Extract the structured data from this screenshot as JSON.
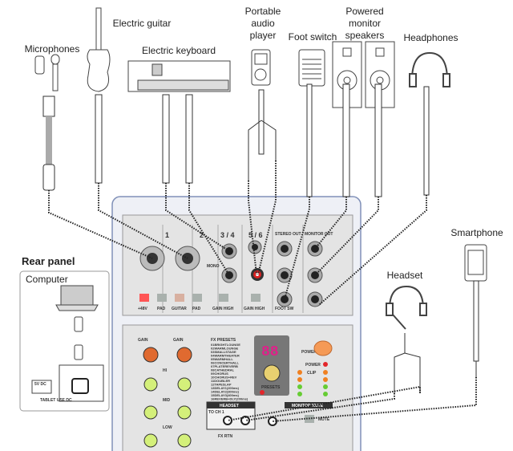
{
  "labels": {
    "microphones": "Microphones",
    "electric_guitar": "Electric guitar",
    "electric_keyboard": "Electric keyboard",
    "portable_audio_player": "Portable audio player",
    "foot_switch": "Foot switch",
    "powered_monitor_speakers": "Powered monitor speakers",
    "headphones": "Headphones",
    "smartphone": "Smartphone",
    "headset": "Headset",
    "rear_panel": "Rear panel",
    "computer": "Computer"
  },
  "rear_panel": {
    "dc_label": "5V DC",
    "tablet_label": "TABLET USE DC"
  },
  "mixer": {
    "channels": [
      "1",
      "2",
      "3 / 4",
      "5 / 6"
    ],
    "stereo_out": "STEREO OUT",
    "monitor_out": "MONITOR OUT",
    "foot_sw": "FOOT SW",
    "mono": "MONO",
    "buttons": [
      "+48V",
      "PAD",
      "GUITAR",
      "PAD",
      "GAIN HIGH",
      "GAIN HIGH"
    ],
    "gain": "GAIN",
    "eq": [
      "HI",
      "MID",
      "LOW"
    ],
    "fx_presets_title": "FX PRESETS",
    "fx_presets": [
      "01BRIGHTLOUNGE",
      "02WARMLOUNGE",
      "03SMALLSTAGE",
      "04WARMTHEATER",
      "05WARMHALL",
      "06CONCERTHALL",
      "07PLATEREVERB",
      "08CATHEDRAL",
      "09CHORUS",
      "10CHORUS+REV",
      "11DOUBLER",
      "12TAPESLAP",
      "13DELAY1(200ms)",
      "14DELAY2(300ms)",
      "15DELAY3(400ms)",
      "16REVERB+DLY(200ms)"
    ],
    "display": "88",
    "presets": "PRESETS",
    "power": "POWER",
    "power_led": "POWER",
    "clip": "CLIP",
    "headset_section": "HEADSET",
    "to_ch1": "TO CH 1",
    "monitor_mute": "MONITOR MUTE",
    "mute": "MUTE",
    "fx_rtn": "FX RTN"
  },
  "colors": {
    "cable": "#333333",
    "panel": "#e6e6e6",
    "body": "#eef0f6",
    "led_red": "#e3262b",
    "knob_green": "#d4f07a",
    "knob_orange": "#e06a30",
    "display": "#e0208a",
    "power_button": "#f59a56"
  }
}
